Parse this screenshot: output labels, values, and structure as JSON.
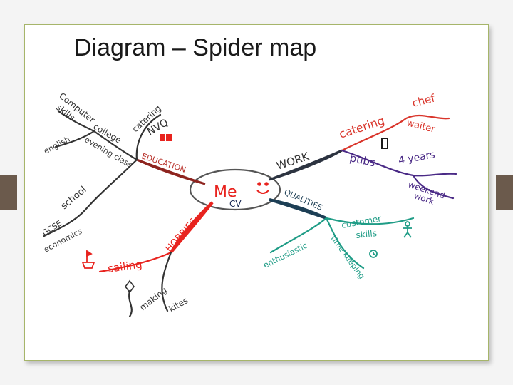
{
  "slide": {
    "title": "Diagram – Spider map"
  },
  "map": {
    "center": {
      "line1": "Me",
      "line2": "CV"
    },
    "branches": {
      "education": {
        "label": "EDUCATION",
        "college": "college",
        "evening_classes": "evening class",
        "computer_skills_1": "Computer",
        "computer_skills_2": "skills",
        "english": "english",
        "catering": "catering",
        "nvq": "NVQ",
        "school": "school",
        "gcse": "GCSE",
        "economics": "economics"
      },
      "work": {
        "label": "WORK",
        "catering": "catering",
        "chef": "chef",
        "waiter": "waiter",
        "pubs": "pubs",
        "years": "4 years",
        "weekend": "weekend",
        "work": "work"
      },
      "qualities": {
        "label": "QUALITIES",
        "customer": "customer",
        "skills": "skills",
        "enthusiastic": "enthusiastic",
        "time_keeping": "time keeping"
      },
      "hobbies": {
        "label": "HOBBIES",
        "sailing": "sailing",
        "making": "making",
        "kites": "kites"
      }
    },
    "colors": {
      "education": "#b8312a",
      "work": "#2c3340",
      "work_red": "#d9352b",
      "work_purple": "#4a2a86",
      "qualities": "#1f9c86",
      "qualities_dark": "#1d3f55",
      "hobbies": "#e8231e",
      "ink": "#333333"
    }
  }
}
